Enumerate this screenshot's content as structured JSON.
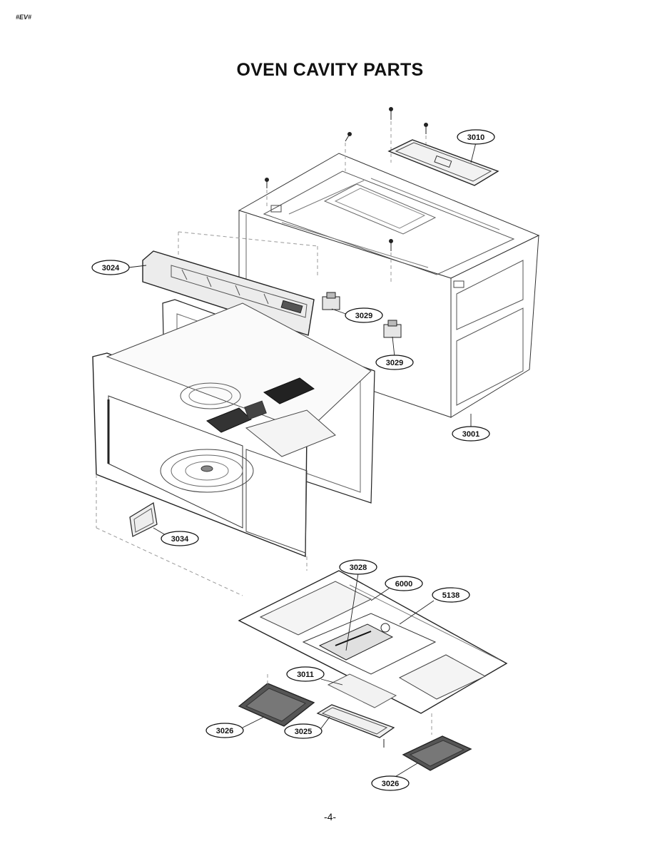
{
  "header": {
    "corner_mark": "#EV#"
  },
  "title": "OVEN CAVITY PARTS",
  "callouts": [
    {
      "id": "3010",
      "label": "3010"
    },
    {
      "id": "3024",
      "label": "3024"
    },
    {
      "id": "3029a",
      "label": "3029"
    },
    {
      "id": "3029b",
      "label": "3029"
    },
    {
      "id": "3001",
      "label": "3001"
    },
    {
      "id": "3034",
      "label": "3034"
    },
    {
      "id": "3028",
      "label": "3028"
    },
    {
      "id": "6000",
      "label": "6000"
    },
    {
      "id": "5138",
      "label": "5138"
    },
    {
      "id": "3011",
      "label": "3011"
    },
    {
      "id": "3026a",
      "label": "3026"
    },
    {
      "id": "3025",
      "label": "3025"
    },
    {
      "id": "3026b",
      "label": "3026"
    }
  ],
  "footer": {
    "page_number": "-4-"
  }
}
